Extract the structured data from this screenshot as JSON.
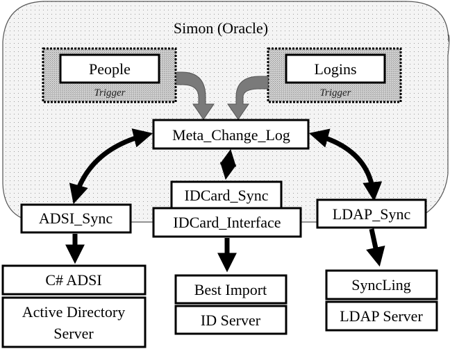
{
  "container": {
    "title": "Simon (Oracle)"
  },
  "triggers": [
    {
      "table": "People",
      "caption": "Trigger"
    },
    {
      "table": "Logins",
      "caption": "Trigger"
    }
  ],
  "central": {
    "label": "Meta_Change_Log"
  },
  "sync_modules": {
    "adsi": "ADSI_Sync",
    "idcard_sync": "IDCard_Sync",
    "idcard_interface": "IDCard_Interface",
    "ldap": "LDAP_Sync"
  },
  "external": {
    "adsi_stack": [
      "C# ADSI",
      "Active Directory",
      "Server"
    ],
    "idcard_stack": [
      "Best Import",
      "ID Server"
    ],
    "ldap_stack": [
      "SyncLing",
      "LDAP Server"
    ]
  },
  "colors": {
    "container_fill": "#f2f2f2",
    "trigger_fill": "#bdbdbd",
    "gray_arrow": "#7a7a7a",
    "black": "#000000"
  }
}
